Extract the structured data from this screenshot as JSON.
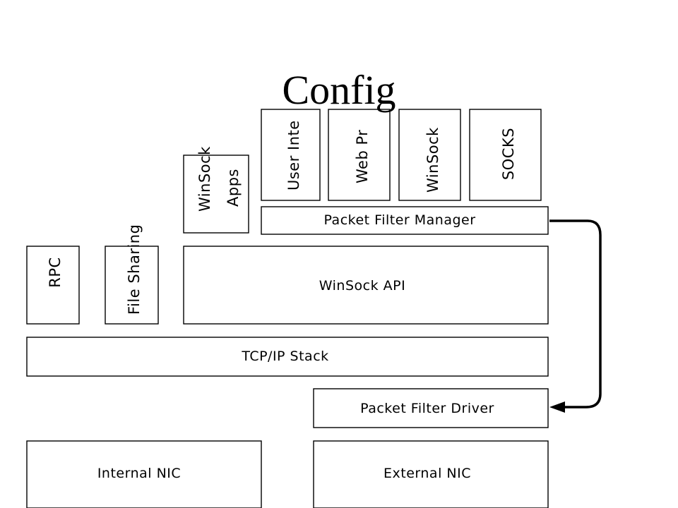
{
  "title": "Config",
  "boxes": {
    "rpc": "RPC",
    "file_sharing": "File Sharing",
    "winsock_apps_line1": "WinSock",
    "winsock_apps_line2": "Apps",
    "user_interface": "User Inte",
    "web_proxy": "Web Pr",
    "winsock_proxy": "WinSock",
    "socks": "SOCKS",
    "packet_filter_manager": "Packet Filter Manager",
    "winsock_api": "WinSock API",
    "tcpip_stack": "TCP/IP Stack",
    "packet_filter_driver": "Packet Filter Driver",
    "internal_nic": "Internal NIC",
    "external_nic": "External NIC"
  },
  "colors": {
    "stroke": "#000000",
    "background": "#ffffff"
  }
}
